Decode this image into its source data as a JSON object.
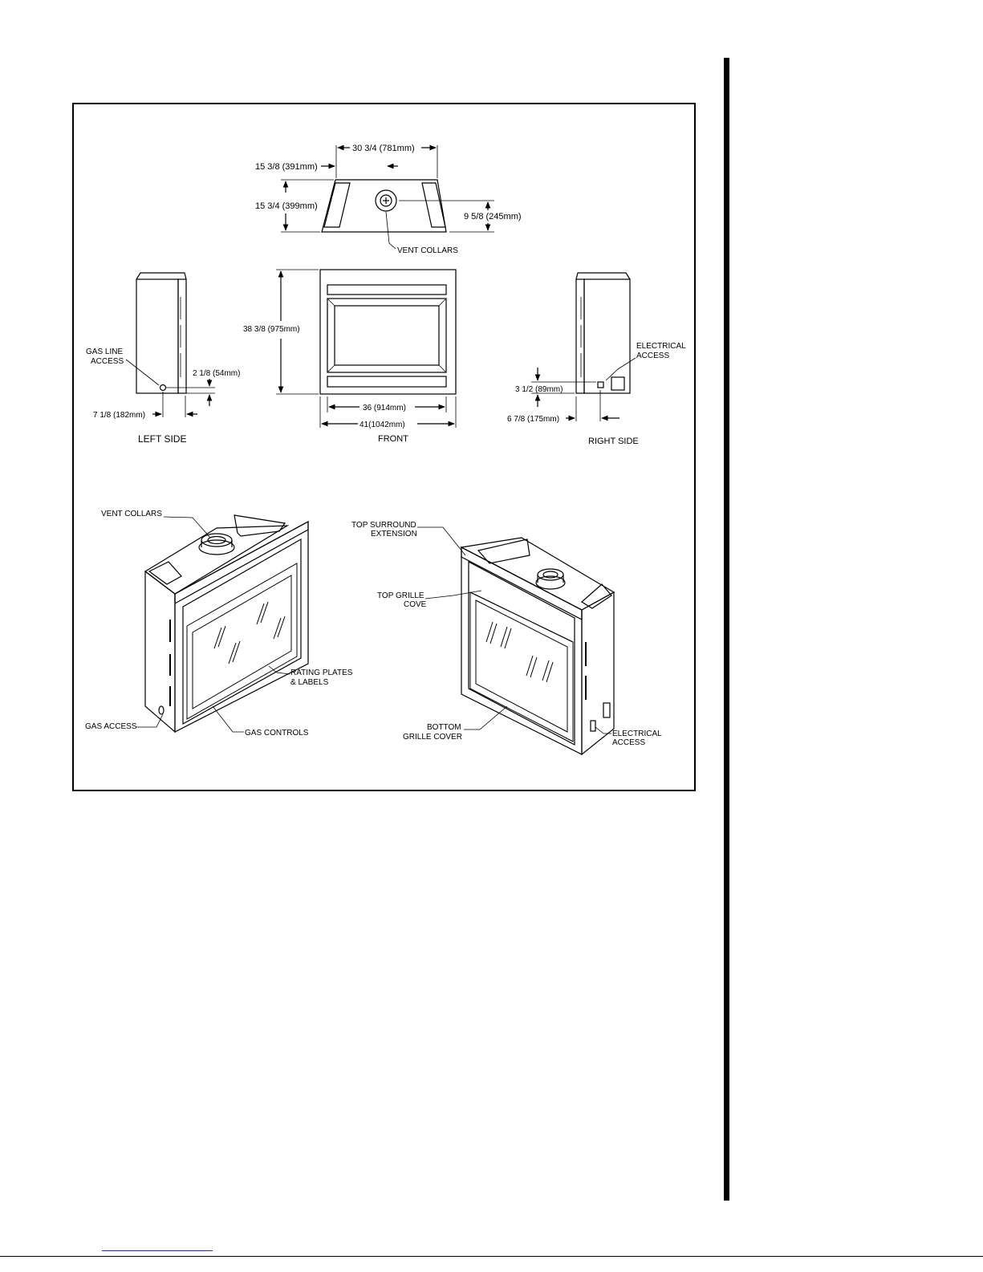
{
  "top_view": {
    "dim_width": "30 3/4 (781mm)",
    "dim_offset": "15 3/8 (391mm)",
    "dim_depth": "15 3/4 (399mm)",
    "dim_collar_depth": "9 5/8 (245mm)",
    "label_vent_collars": "VENT COLLARS"
  },
  "left_side_view": {
    "label_gas_line_1": "GAS LINE",
    "label_gas_line_2": "ACCESS",
    "dim_height": "2 1/8 (54mm)",
    "dim_depth": "7 1/8 (182mm)",
    "caption": "LEFT SIDE"
  },
  "front_view": {
    "dim_height": "38 3/8 (975mm)",
    "dim_inner_width": "36 (914mm)",
    "dim_outer_width": "41(1042mm)",
    "caption": "FRONT"
  },
  "right_side_view": {
    "label_electrical_1": "ELECTRICAL",
    "label_electrical_2": "ACCESS",
    "dim_height": "3 1/2 (89mm)",
    "dim_depth": "6 7/8 (175mm)",
    "caption": "RIGHT SIDE"
  },
  "iso_left": {
    "label_vent_collars": "VENT COLLARS",
    "label_rating_1": "RATING PLATES",
    "label_rating_2": "& LABELS",
    "label_gas_access": "GAS ACCESS",
    "label_gas_controls": "GAS CONTROLS"
  },
  "iso_right": {
    "label_top_surround_1": "TOP SURROUND",
    "label_top_surround_2": "EXTENSION",
    "label_top_grille_1": "TOP GRILLE",
    "label_top_grille_2": "COVE",
    "label_bottom_grille_1": "BOTTOM",
    "label_bottom_grille_2": "GRILLE COVER",
    "label_electrical_1": "ELECTRICAL",
    "label_electrical_2": "ACCESS"
  }
}
